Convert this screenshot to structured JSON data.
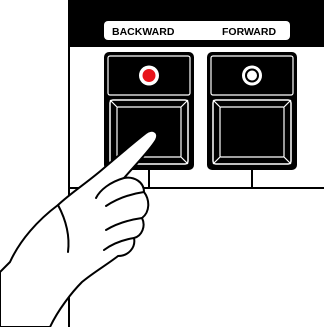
{
  "panel": {
    "backward": {
      "label": "BACKWARD",
      "indicator": "on",
      "indicator_color": "#e8141b",
      "pressed": true
    },
    "forward": {
      "label": "FORWARD",
      "indicator": "off",
      "indicator_color": "#ffffff",
      "pressed": false
    },
    "colors": {
      "panel_bg": "#000000",
      "label_strip": "#ffffff",
      "line": "#000000",
      "background": "#ffffff"
    }
  },
  "hand": {
    "icon": "pointing-hand-icon",
    "action": "pressing"
  }
}
